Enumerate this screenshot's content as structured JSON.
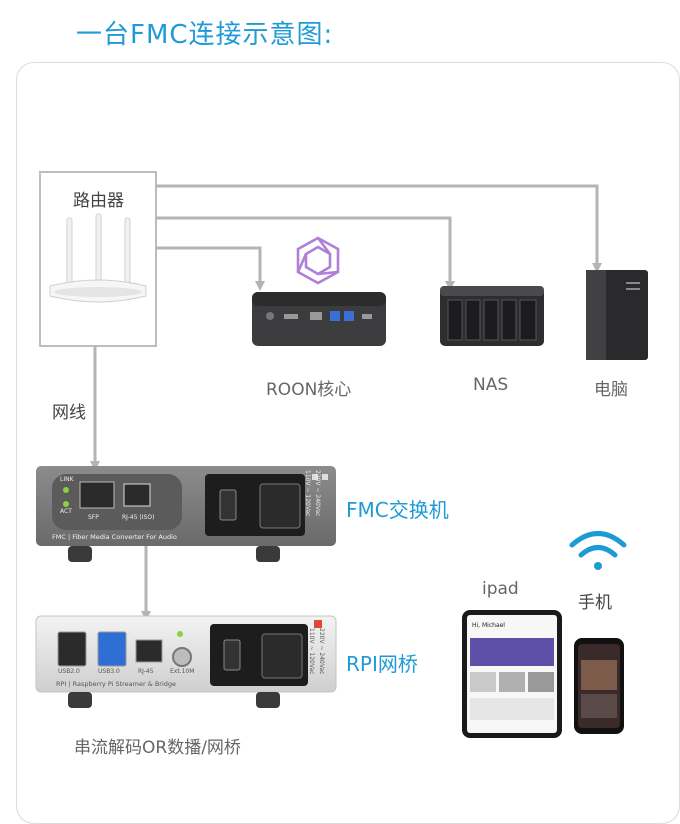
{
  "title": "一台FMC连接示意图:",
  "labels": {
    "router": "路由器",
    "cable": "网线",
    "roon": "ROON核心",
    "nas": "NAS",
    "pc": "电脑",
    "fmc": "FMC交换机",
    "rpi": "RPI网桥",
    "ipad": "ipad",
    "phone": "手机",
    "footer": "串流解码OR数播/网桥"
  },
  "fmc_device": {
    "led_link": "LINK",
    "led_act": "ACT",
    "port_sfp": "SFP",
    "port_rj45": "RJ-45 (ISO)",
    "brand_line": "FMC | Fiber Media Converter For Audio",
    "voltage_1": "110V ~ 120Vac",
    "voltage_2": "220V ~ 240Vac"
  },
  "rpi_device": {
    "port_usb2": "USB2.0",
    "port_usb3": "USB3.0",
    "port_rj45": "RJ-45",
    "port_ext": "Ext.10M",
    "brand_line": "RPI | Raspberry Pi Streamer & Bridge",
    "voltage_1": "110V ~ 120Vac",
    "voltage_2": "220V ~ 240Vac"
  },
  "tablet_screen_title": "Hi, Michael",
  "colors": {
    "accent": "#1e9bd7",
    "arrow": "#b4b4b4",
    "roon_logo": "#b07fd8"
  }
}
